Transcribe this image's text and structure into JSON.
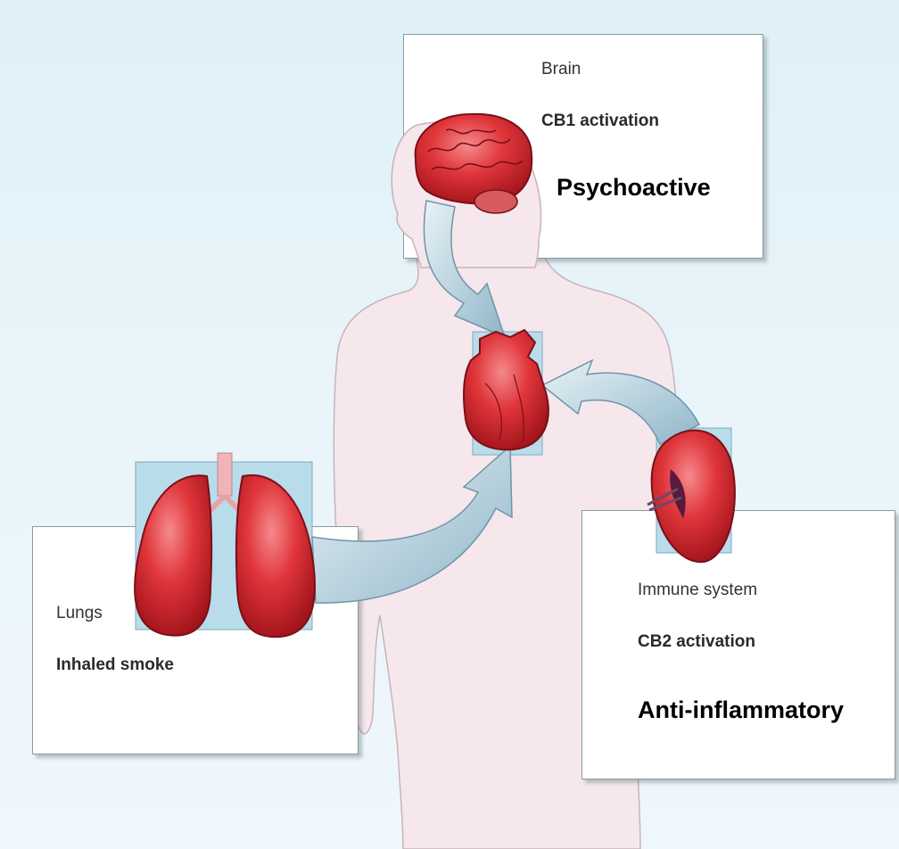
{
  "brain": {
    "label": "Brain",
    "receptor": "CB1 activation",
    "effect": "Psychoactive"
  },
  "lungs": {
    "label": "Lungs",
    "route": "Inhaled smoke"
  },
  "immune": {
    "label": "Immune system",
    "receptor": "CB2 activation",
    "effect": "Anti-inflammatory"
  },
  "colors": {
    "background": "#e4f2f9",
    "body_silhouette": "#f6e7ec",
    "organ_red": "#c8202a",
    "organ_highlight": "#ef6a6e",
    "arrow_fill": "#b6d1dd",
    "organ_backdrop": "#b9dceb"
  },
  "icons": [
    "brain-icon",
    "heart-icon",
    "lungs-icon",
    "spleen-icon",
    "arrow-icon"
  ]
}
